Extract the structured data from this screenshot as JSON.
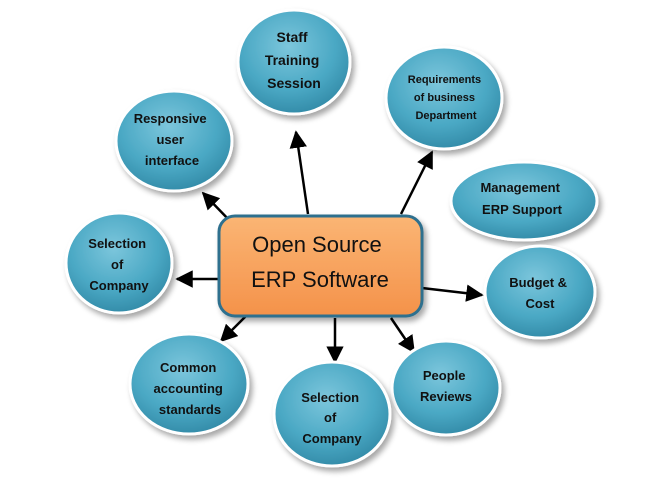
{
  "center": {
    "line1": "Open Source",
    "line2": "ERP Software"
  },
  "nodes": {
    "staff_training": {
      "lines": [
        "Staff",
        "Training",
        "Session"
      ]
    },
    "requirements": {
      "lines": [
        "Requirements",
        "of business",
        "Department"
      ]
    },
    "management": {
      "lines": [
        "Management",
        "ERP Support"
      ]
    },
    "budget": {
      "lines": [
        "Budget &",
        "Cost"
      ]
    },
    "people_reviews": {
      "lines": [
        "People",
        "Reviews"
      ]
    },
    "selection_bottom": {
      "lines": [
        "Selection",
        "of",
        "Company"
      ]
    },
    "accounting": {
      "lines": [
        "Common",
        "accounting",
        "standards"
      ]
    },
    "selection_left": {
      "lines": [
        "Selection",
        "of",
        "Company"
      ]
    },
    "responsive_ui": {
      "lines": [
        "Responsive",
        "user",
        "interface"
      ]
    }
  },
  "colors": {
    "node_fill": "#4aa8c4",
    "node_stroke": "#ffffff",
    "center_fill": "#f7a055",
    "center_stroke": "#2e6f8e",
    "arrow": "#000000"
  }
}
